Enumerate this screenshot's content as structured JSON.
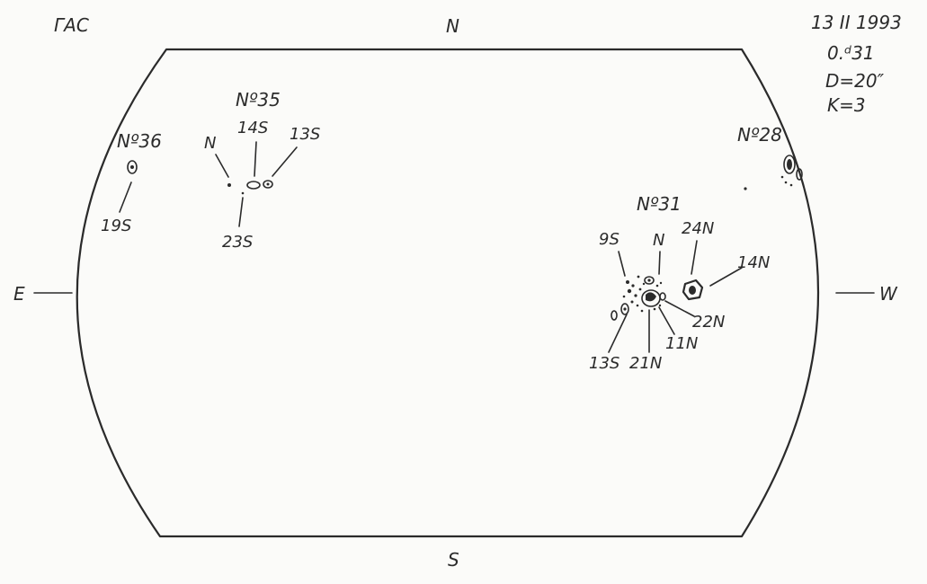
{
  "header": {
    "observatory": "ГАС",
    "date": "13 II 1993",
    "time": "0.ᵈ31",
    "diameter": "D=20″",
    "k_value": "K=3"
  },
  "directions": {
    "north": "N",
    "south": "S",
    "east": "E",
    "west": "W"
  },
  "groups": {
    "g36": {
      "number": "Nº36",
      "label_19s": "19S"
    },
    "g35": {
      "number": "Nº35",
      "label_n": "N",
      "label_14s": "14S",
      "label_13s": "13S",
      "label_23s": "23S"
    },
    "g28": {
      "number": "Nº28"
    },
    "g31": {
      "number": "Nº31",
      "label_9s": "9S",
      "label_n": "N",
      "label_24n": "24N",
      "label_14n": "14N",
      "label_22n": "22N",
      "label_11n": "11N",
      "label_21n": "21N",
      "label_13s": "13S"
    }
  }
}
